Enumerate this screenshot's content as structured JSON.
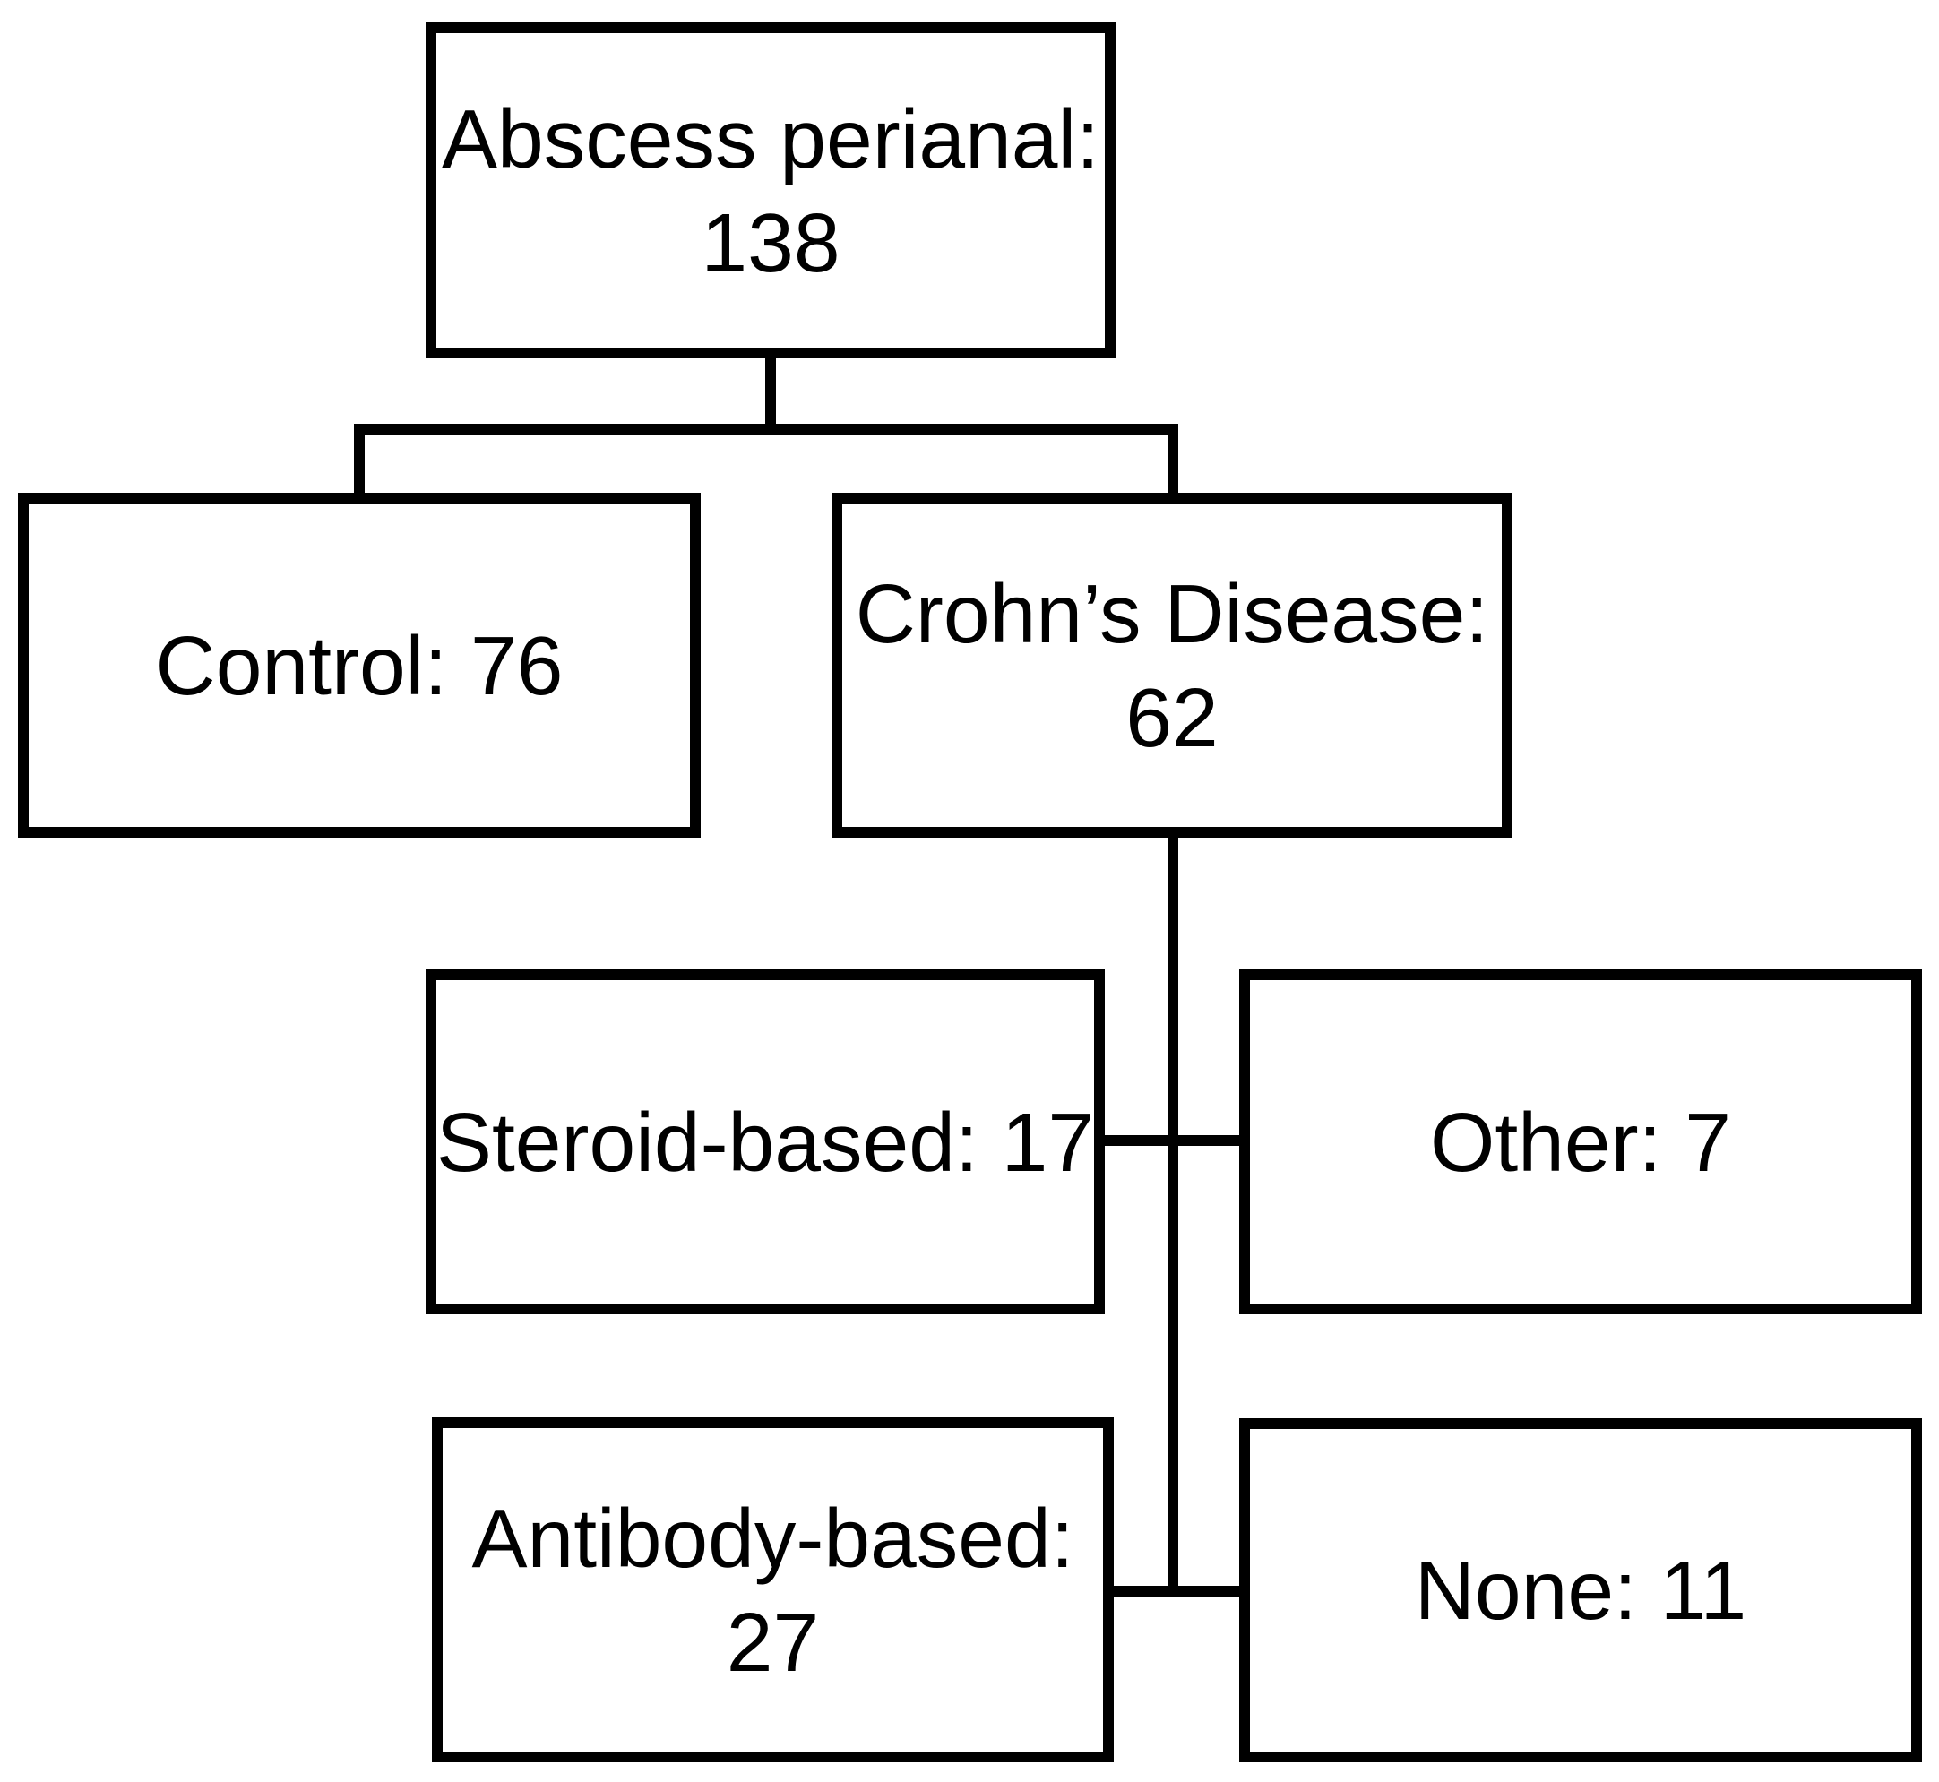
{
  "diagram": {
    "title": "Perianal abscess cohort flowchart",
    "background_color": "#ffffff",
    "line_color": "#000000",
    "nodes": {
      "root": {
        "label": "Abscess perianal: 138",
        "lines": [
          "Abscess perianal:",
          "138"
        ],
        "value": 138
      },
      "control": {
        "label": "Control: 76",
        "lines": [
          "Control: 76"
        ],
        "value": 76
      },
      "crohns": {
        "label": "Crohn’s Disease: 62",
        "lines": [
          "Crohn’s Disease:",
          "62"
        ],
        "value": 62
      },
      "steroid": {
        "label": "Steroid-based: 17",
        "lines": [
          "Steroid-based: 17"
        ],
        "value": 17
      },
      "other": {
        "label": "Other: 7",
        "lines": [
          "Other: 7"
        ],
        "value": 7
      },
      "antibody": {
        "label": "Antibody-based: 27",
        "lines": [
          "Antibody-based:",
          "27"
        ],
        "value": 27
      },
      "none": {
        "label": "None: 11",
        "lines": [
          "None: 11"
        ],
        "value": 11
      }
    }
  }
}
